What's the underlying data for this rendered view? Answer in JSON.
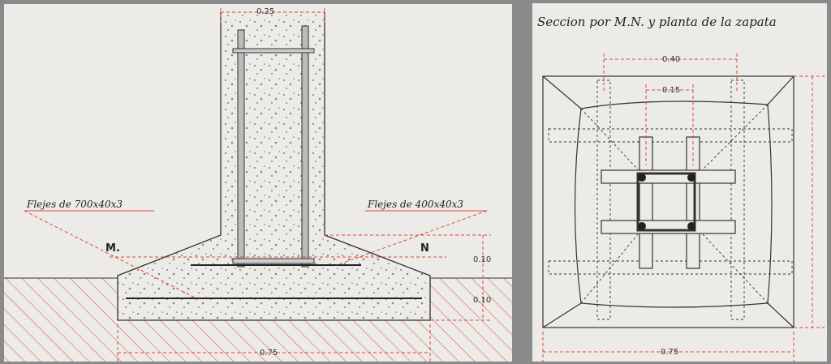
{
  "left_drawing": {
    "column_width_label": "0.25",
    "strap_label_left": "Flejes de 700x40x3",
    "strap_label_right": "Flejes de 400x40x3",
    "section_mark_left": "M.",
    "section_mark_right": "N",
    "upper_thickness_label": "0.10",
    "lower_thickness_label": "0.10",
    "footing_width_label": "0.75"
  },
  "right_drawing": {
    "title": "Seccion por M.N. y planta de la zapata",
    "outer_bars_label": "0.40",
    "inner_bars_label": "0.15",
    "footing_width_label": "0.75"
  },
  "colors": {
    "ink": "#222222",
    "red_dimension": "#e0463a",
    "paper": "#ecebe7",
    "frame": "#8a8a8a"
  }
}
